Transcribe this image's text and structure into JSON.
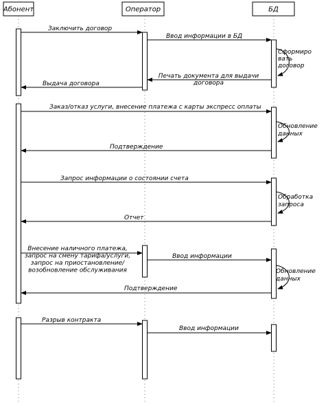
{
  "participants": [
    {
      "id": "subscriber",
      "label": "Абонент"
    },
    {
      "id": "operator",
      "label": "Оператор"
    },
    {
      "id": "db",
      "label": "БД"
    }
  ],
  "messages": [
    {
      "id": "m1",
      "from": "subscriber",
      "to": "operator",
      "lines": [
        "Заключить договор"
      ]
    },
    {
      "id": "m2",
      "from": "operator",
      "to": "db",
      "lines": [
        "Ввод информации в БД"
      ]
    },
    {
      "id": "m3",
      "from": "db",
      "to": "db",
      "lines": [
        "Сформиро",
        "вать",
        "договор"
      ]
    },
    {
      "id": "m4",
      "from": "db",
      "to": "operator",
      "lines": [
        "Печать документа для выдачи",
        "договора"
      ]
    },
    {
      "id": "m5",
      "from": "operator",
      "to": "subscriber",
      "lines": [
        "Выдача договора"
      ]
    },
    {
      "id": "m6",
      "from": "subscriber",
      "to": "db",
      "lines": [
        "Заказ/отказ услуги, внесение платежа с карты экспресс оплаты"
      ]
    },
    {
      "id": "m7",
      "from": "db",
      "to": "db",
      "lines": [
        "Обновление",
        "данных"
      ]
    },
    {
      "id": "m8",
      "from": "db",
      "to": "subscriber",
      "lines": [
        "Подтверждение"
      ]
    },
    {
      "id": "m9",
      "from": "subscriber",
      "to": "db",
      "lines": [
        "Запрос информации о состоянии счета"
      ]
    },
    {
      "id": "m10",
      "from": "db",
      "to": "db",
      "lines": [
        "Обработка",
        "запроса"
      ]
    },
    {
      "id": "m11",
      "from": "db",
      "to": "subscriber",
      "lines": [
        "Отчет"
      ]
    },
    {
      "id": "m12",
      "from": "subscriber",
      "to": "operator",
      "lines": [
        "Внесение наличного платежа,",
        "запрос на смену тарифа/услуги,",
        "запрос на приостановление/",
        "возобновление обслуживания"
      ]
    },
    {
      "id": "m13",
      "from": "operator",
      "to": "db",
      "lines": [
        "Ввод информации"
      ]
    },
    {
      "id": "m14",
      "from": "db",
      "to": "db",
      "lines": [
        "Обновление",
        "данных"
      ]
    },
    {
      "id": "m15",
      "from": "db",
      "to": "subscriber",
      "lines": [
        "Подтверждение"
      ]
    },
    {
      "id": "m16",
      "from": "subscriber",
      "to": "operator",
      "lines": [
        "Разрыв контракта"
      ]
    },
    {
      "id": "m17",
      "from": "operator",
      "to": "db",
      "lines": [
        "Ввод информации"
      ]
    }
  ]
}
